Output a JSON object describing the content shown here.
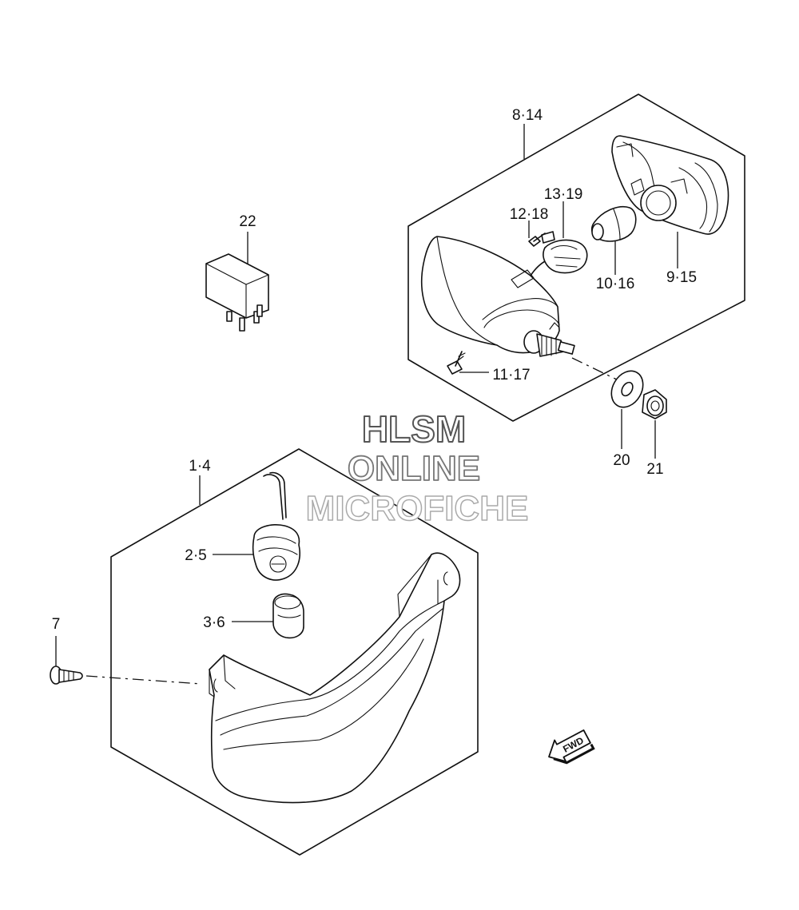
{
  "callouts": {
    "c8_14": "8·14",
    "c13_19": "13·19",
    "c12_18": "12·18",
    "c22": "22",
    "c10_16": "10·16",
    "c9_15": "9·15",
    "c11_17": "11·17",
    "c20": "20",
    "c21": "21",
    "c1_4": "1·4",
    "c2_5": "2·5",
    "c3_6": "3·6",
    "c7": "7"
  },
  "watermark": {
    "line1": "HLSM",
    "line2": "ONLINE",
    "line3": "MICROFICHE"
  },
  "fwd_label": "FWD",
  "colors": {
    "line": "#111111",
    "watermark_outline": "#555555",
    "watermark_faint": "#aaaaaa"
  }
}
